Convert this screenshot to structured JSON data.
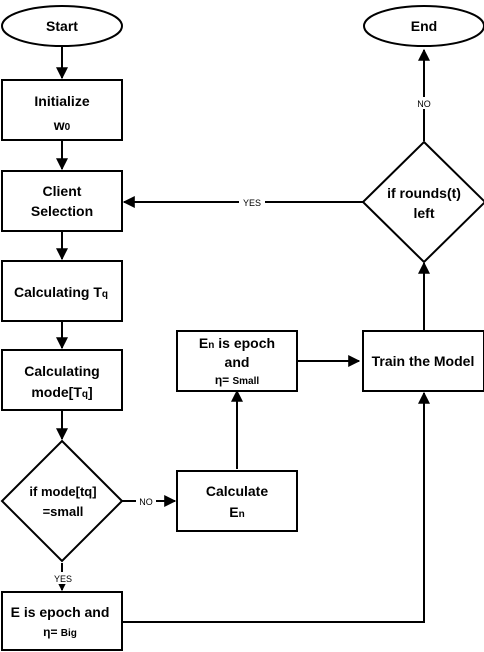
{
  "nodes": {
    "start": {
      "text": "Start"
    },
    "end": {
      "text": "End"
    },
    "initialize": {
      "line1": "Initialize",
      "line2_main": "w",
      "line2_sub": "0"
    },
    "client_selection": {
      "line1": "Client",
      "line2": "Selection"
    },
    "calc_tq": {
      "main": "Calculating T",
      "sub": "q"
    },
    "calc_mode": {
      "line1": "Calculating",
      "line2_main": "mode[T",
      "line2_sub": "q",
      "line2_end": "]"
    },
    "decision_mode": {
      "line1": "if mode[tq]",
      "line2": "=small"
    },
    "calculate_en": {
      "line1": "Calculate",
      "line2_main": "E",
      "line2_sub": "n"
    },
    "en_small": {
      "line1_main": "E",
      "line1_sub": "n",
      "line1_rest": " is epoch",
      "line2": "and",
      "line3_eta": "η= ",
      "line3_small": "Small"
    },
    "train": {
      "text": "Train the Model"
    },
    "decision_rounds": {
      "line1": "if rounds(t)",
      "line2": "left"
    },
    "e_big": {
      "line1": "E is epoch and",
      "line2_eta": "η= ",
      "line2_big": "Big"
    }
  },
  "edge_labels": {
    "rounds_to_client": "YES",
    "rounds_to_end": "NO",
    "mode_to_calc_en": "NO",
    "mode_to_e_big": "YES"
  }
}
